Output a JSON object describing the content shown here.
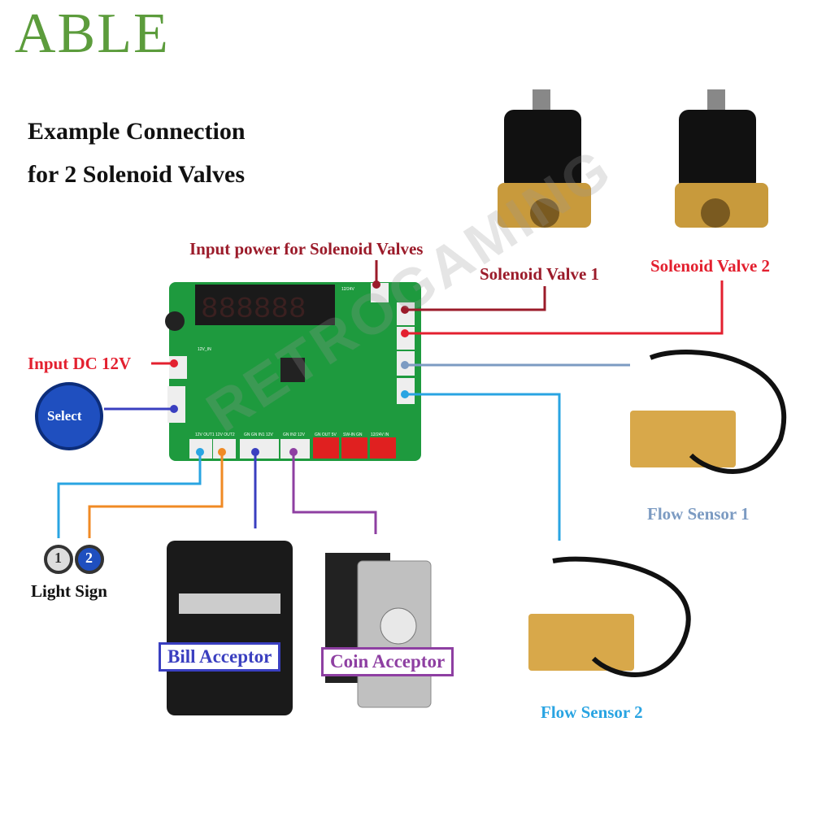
{
  "brand": {
    "logo": "ABLE",
    "color": "#5c9c3c"
  },
  "heading": {
    "line1": "Example Connection",
    "line2": "for 2 Solenoid Valves"
  },
  "watermark": "RETROGAMING",
  "labels": {
    "input_power": "Input power for Solenoid Valves",
    "valve1": "Solenoid Valve 1",
    "valve2": "Solenoid Valve 2",
    "input_dc": "Input DC 12V",
    "select": "Select",
    "flow1": "Flow Sensor 1",
    "flow2": "Flow Sensor 2",
    "light_sign": "Light Sign",
    "light_1": "1",
    "light_2": "2",
    "bill": "Bill Acceptor",
    "coin": "Coin Acceptor"
  },
  "board": {
    "display": "888888",
    "silk": {
      "in12": "12V_IN",
      "v1224": "12/24V",
      "out": "12V OUT1 12V OUT2",
      "in1": "GN GN IN1 12V",
      "in2": "GN IN2 12V",
      "red1": "GN OUT 5V",
      "red2": "SW-IN GN",
      "red3": "12/24V IN"
    }
  },
  "colors": {
    "input_power": "#9b1b2a",
    "valve1": "#9b1b2a",
    "valve2": "#e3202f",
    "input_dc": "#e3202f",
    "select": "#3a3fc0",
    "flow1": "#7c9bc2",
    "flow2": "#29a4e2",
    "light1": "#29a4e2",
    "light2": "#f08a24",
    "bill": "#3a3fc0",
    "coin": "#8e3fa2",
    "board": "#1e9a3e"
  }
}
